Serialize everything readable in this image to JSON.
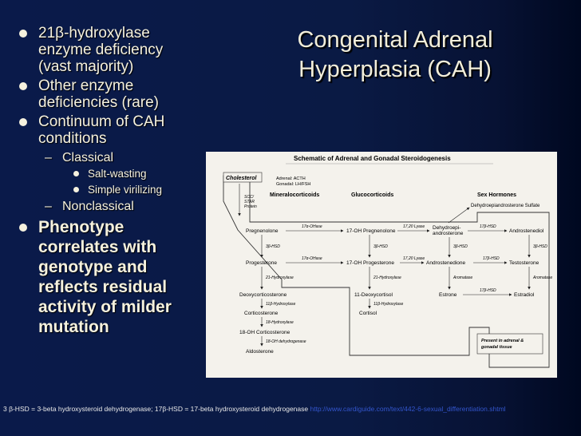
{
  "title": {
    "line1": "Congenital Adrenal",
    "line2": "Hyperplasia (CAH)"
  },
  "bullets": {
    "b1": [
      "21β-hydroxylase",
      "enzyme deficiency",
      "(vast majority)"
    ],
    "b2": [
      "Other enzyme",
      "deficiencies (rare)"
    ],
    "b3": [
      "Continuum of CAH",
      "conditions"
    ],
    "classical": "Classical",
    "salt_wasting": "Salt-wasting",
    "simple_virilizing": "Simple virilizing",
    "nonclassical": "Nonclassical",
    "b4": [
      "Phenotype",
      "correlates with",
      "genotype and",
      "reflects residual",
      "activity of milder",
      "mutation"
    ]
  },
  "figure": {
    "heading": "Schematic of Adrenal and Gonadal Steroidogenesis",
    "cholesterol": "Cholesterol",
    "adrenal": "Adrenal: ACTH",
    "gonadal": "Gonadal: LH/FSH",
    "scc": [
      "SCC/",
      "STAR",
      "Protein"
    ],
    "cols": {
      "mineralo": "Mineralocorticoids",
      "gluco": "Glucocorticoids",
      "sex": "Sex Hormones"
    },
    "dheas": "Dehydroepiandrosterone Sulfate",
    "row1": {
      "a": "Pregnenolone",
      "b": "17-OH Pregnenolone",
      "c": "Dehydroepi-",
      "c2": "androsterone",
      "d": "Androstenediol"
    },
    "row2": {
      "a": "Progesterone",
      "b": "17-OH Progesterone",
      "c": "Androstenedione",
      "d": "Testosterone"
    },
    "row3": {
      "a": "Deoxycorticosterone",
      "b": "11-Deoxycortisol",
      "c": "Estrone",
      "d": "Estradiol"
    },
    "corticosterone": "Corticosterone",
    "cortisol": "Cortisol",
    "oh18": "18-OH Corticosterone",
    "aldosterone": "Aldosterone",
    "enz": {
      "oh17": "17α-OHase",
      "lyase": "17,20 Lyase",
      "hsd3": "3β-HSD",
      "hsd17": "17β-HSD",
      "oh21": "21-Hydroxylase",
      "oh11": "11β-Hydroxylase",
      "oh18": "18-Hydroxylase",
      "oh18d": "18-OH dehydrogenase",
      "arom": "Aromatase"
    },
    "present": [
      "Present in adrenal &",
      "gonadal tissue"
    ]
  },
  "footer": {
    "text": "3 β-HSD = 3-beta hydroxysteroid dehydrogenase; 17β-HSD = 17-beta hydroxysteroid dehydrogenase",
    "url": "http://www.cardiguide.com/text/442-6-sexual_differentiation.shtml"
  }
}
